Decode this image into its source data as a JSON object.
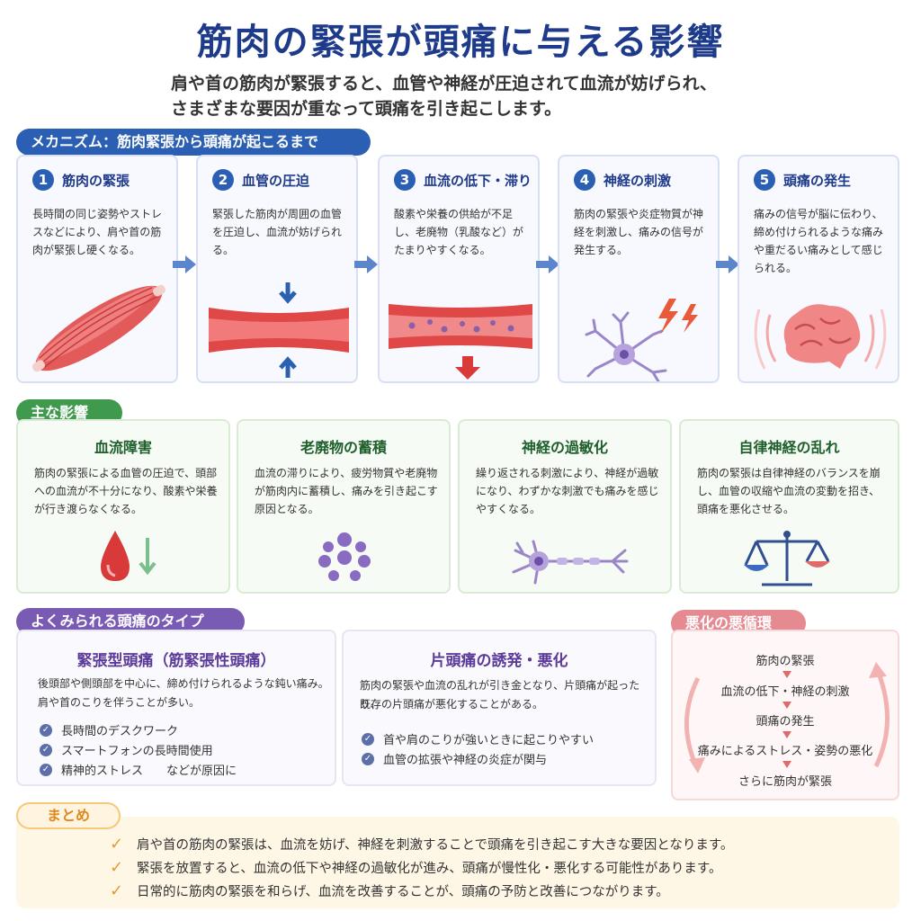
{
  "title": "筋肉の緊張が頭痛に与える影響",
  "subtitle": {
    "line1": "肩や首の筋肉が緊張すると、血管や神経が圧迫されて血流が妨げられ、",
    "line2": "さまざまな要因が重なって頭痛を引き起こします。"
  },
  "mechanism": {
    "label": "メカニズム：筋肉緊張から頭痛が起こるまで",
    "steps": [
      {
        "num": "1",
        "title": "筋肉の緊張",
        "text": "長時間の同じ姿勢やストレスなどにより、肩や首の筋肉が緊張し硬くなる。",
        "icon": "muscle-icon"
      },
      {
        "num": "2",
        "title": "血管の圧迫",
        "text": "緊張した筋肉が周囲の血管を圧迫し、血流が妨げられる。",
        "icon": "compressed-vessel-icon"
      },
      {
        "num": "3",
        "title": "血流の低下・滞り",
        "text": "酸素や栄養の供給が不足し、老廃物（乳酸など）がたまりやすくなる。",
        "icon": "blood-flow-down-icon"
      },
      {
        "num": "4",
        "title": "神経の刺激",
        "text": "筋肉の緊張や炎症物質が神経を刺激し、痛みの信号が発生する。",
        "icon": "neuron-lightning-icon"
      },
      {
        "num": "5",
        "title": "頭痛の発生",
        "text": "痛みの信号が脳に伝わり、締め付けられるような痛みや重だるい痛みとして感じられる。",
        "icon": "brain-icon"
      }
    ]
  },
  "effects": {
    "label": "主な影響",
    "items": [
      {
        "title": "血流障害",
        "text": "筋肉の緊張による血管の圧迫で、頭部への血流が不十分になり、酸素や栄養が行き渡らなくなる。",
        "icon": "blood-drop-icon"
      },
      {
        "title": "老廃物の蓄積",
        "text": "血流の滞りにより、疲労物質や老廃物が筋肉内に蓄積し、痛みを引き起こす原因となる。",
        "icon": "waste-particles-icon"
      },
      {
        "title": "神経の過敏化",
        "text": "繰り返される刺激により、神経が過敏になり、わずかな刺激でも痛みを感じやすくなる。",
        "icon": "nerve-cell-icon"
      },
      {
        "title": "自律神経の乱れ",
        "text": "筋肉の緊張は自律神経のバランスを崩し、血管の収縮や血流の変動を招き、頭痛を悪化させる。",
        "icon": "balance-scale-icon"
      }
    ]
  },
  "types": {
    "label": "よくみられる頭痛のタイプ",
    "tension": {
      "title": "緊張型頭痛（筋緊張性頭痛）",
      "line1": "後頭部や側頭部を中心に、締め付けられるような鈍い痛み。",
      "line2": "肩や首のこりを伴うことが多い。",
      "checks": [
        "長時間のデスクワーク",
        "スマートフォンの長時間使用",
        "精神的ストレス　　などが原因に"
      ]
    },
    "migraine": {
      "title": "片頭痛の誘発・悪化",
      "line1": "筋肉の緊張や血流の乱れが引き金となり、片頭痛が起ったり、",
      "line2": "既存の片頭痛が悪化することがある。",
      "checks": [
        "首や肩のこりが強いときに起こりやすい",
        "血管の拡張や神経の炎症が関与"
      ]
    }
  },
  "cycle": {
    "label": "悪化の悪循環",
    "steps": [
      "筋肉の緊張",
      "血流の低下・神経の刺激",
      "頭痛の発生",
      "痛みによるストレス・姿勢の悪化",
      "さらに筋肉が緊張"
    ]
  },
  "summary": {
    "label": "まとめ",
    "points": [
      "肩や首の筋肉の緊張は、血流を妨げ、神経を刺激することで頭痛を引き起こす大きな要因となります。",
      "緊張を放置すると、血流の低下や神経の過敏化が進み、頭痛が慢性化・悪化する可能性があります。",
      "日常的に筋肉の緊張を和らげ、血流を改善することが、頭痛の予防と改善につながります。"
    ]
  },
  "colors": {
    "title": "#1e3a8a",
    "mechanism": "#2b5fb4",
    "effects": "#3f9a4e",
    "types": "#7a5bb4",
    "cycle": "#e58a91",
    "summary": "#f5b342"
  }
}
